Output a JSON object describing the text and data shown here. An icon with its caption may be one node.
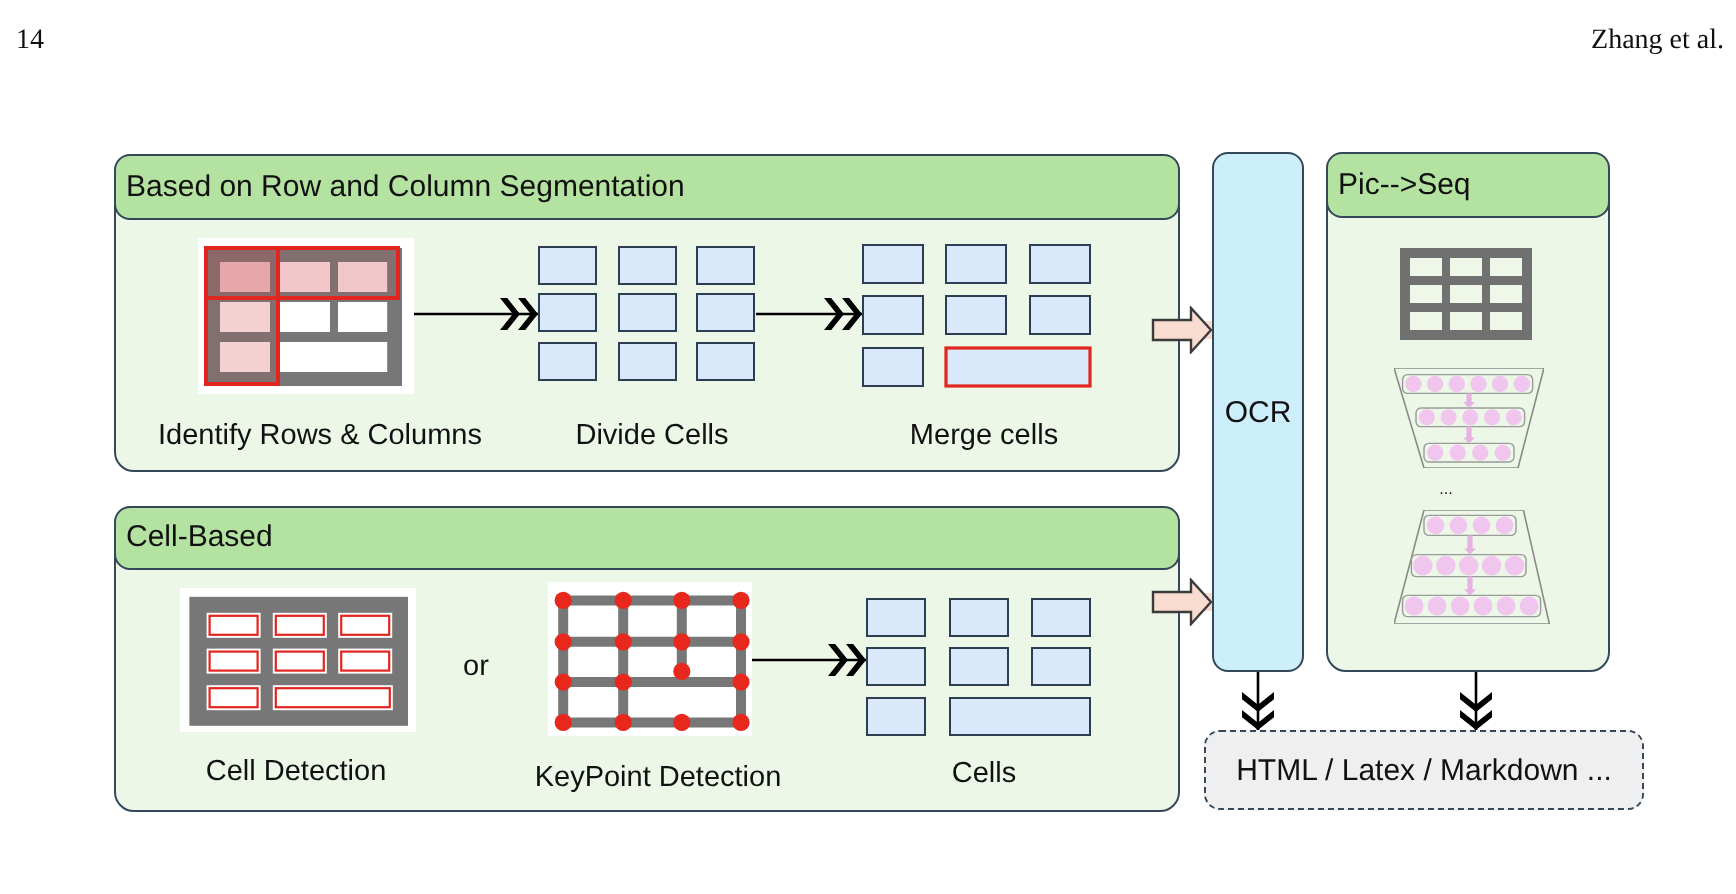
{
  "diagram": {
    "nodes": [
      {
        "text": [
          "Based on Row and Column Segmentation"
        ]
      },
      {
        "text": [],
        "shape": "picture",
        "beside": [
          "Identify Rows & Columns"
        ],
        "in": 0
      },
      {
        "text": [],
        "shape": "picture",
        "beside": [
          "Divide Cells"
        ],
        "in": 0
      },
      {
        "text": [],
        "shape": "picture",
        "beside": [
          "Merge cells"
        ],
        "in": 0
      },
      {
        "text": [
          "Cell-Based"
        ]
      },
      {
        "text": [],
        "shape": "picture",
        "beside": [
          "Cell Detection"
        ],
        "in": 4
      },
      {
        "text": [],
        "shape": "picture",
        "beside": [
          "KeyPoint Detection"
        ],
        "in": 4
      },
      {
        "text": [],
        "shape": "picture",
        "beside": [
          "Cells"
        ],
        "in": 4
      },
      {
        "text": [
          "OCR"
        ]
      },
      {
        "text": [
          "Pic-->Seq"
        ]
      },
      {
        "text": [
          "HTML / Latex / Markdown ..."
        ]
      }
    ],
    "edges": [
      {
        "from": 1,
        "to": 2,
        "arrow": "to"
      },
      {
        "from": 2,
        "to": 3,
        "arrow": "to"
      },
      {
        "from": 0,
        "to": 8,
        "arrow": "to",
        "style": "thick",
        "color": "#f9dcd0"
      },
      {
        "from": 4,
        "to": 8,
        "arrow": "to",
        "style": "thick",
        "color": "#f9dcd0"
      },
      {
        "from": 6,
        "to": 7,
        "arrow": "to"
      },
      {
        "from": 8,
        "to": 10,
        "arrow": "to"
      },
      {
        "from": 9,
        "to": 10,
        "arrow": "to"
      }
    ],
    "labels": [
      "14",
      "Zhang et al.",
      "...",
      "or"
    ]
  }
}
